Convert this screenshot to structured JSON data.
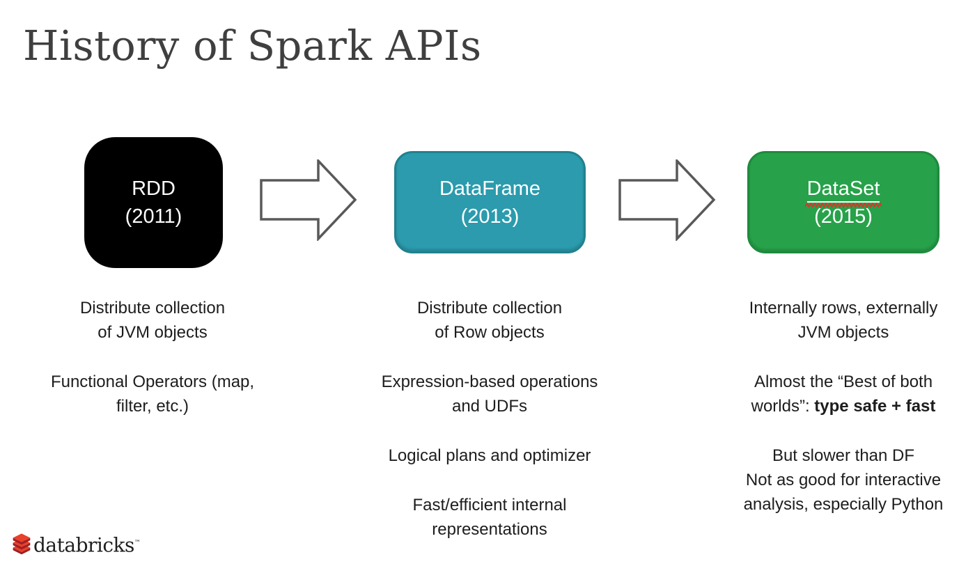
{
  "slide": {
    "title": "History of Spark APIs"
  },
  "boxes": {
    "rdd": {
      "name": "RDD",
      "year": "(2011)"
    },
    "dataframe": {
      "name": "DataFrame",
      "year": "(2013)"
    },
    "dataset": {
      "name": "DataSet",
      "year": "(2015)"
    }
  },
  "columns": {
    "rdd": {
      "p1": "Distribute collection\nof JVM objects",
      "p2": "Functional Operators (map,\nfilter, etc.)"
    },
    "dataframe": {
      "p1": "Distribute collection\nof Row objects",
      "p2": "Expression-based operations\nand UDFs",
      "p3": "Logical plans and optimizer",
      "p4": "Fast/efficient internal\nrepresentations"
    },
    "dataset": {
      "p1": "Internally rows, externally\nJVM objects",
      "p2_prefix": "Almost the “Best of both\nworlds”: ",
      "p2_emphasis": "type safe + fast",
      "p3": "But slower than DF\nNot as good for interactive\nanalysis, especially Python"
    }
  },
  "footer": {
    "brand": "databricks",
    "trademark": "™"
  },
  "colors": {
    "title_text": "#3f3f3f",
    "body_text": "#1d1d1d",
    "box_text": "#ffffff",
    "rdd_fill": "#000000",
    "dataframe_fill": "#2b9bad",
    "dataframe_border": "#20818f",
    "dataset_fill": "#27a24a",
    "dataset_border": "#1e8a3d",
    "arrow_outline": "#595959",
    "squiggle_red": "#e03226",
    "logo_bright_red": "#e8402a",
    "logo_dark_red": "#9e1f24",
    "brand_text": "#1f1f1f"
  }
}
